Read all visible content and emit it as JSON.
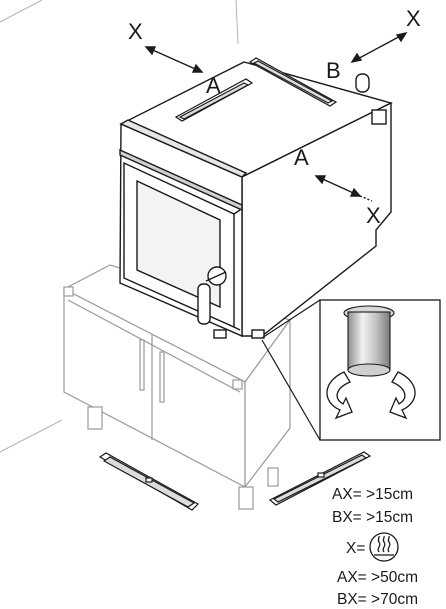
{
  "diagram": {
    "labels": {
      "x_top_left": "X",
      "x_top_right": "X",
      "x_right": "X",
      "a_top": "A",
      "a_side": "A",
      "b_back": "B"
    },
    "notes": {
      "ax_normal": "AX= >15cm",
      "bx_normal": "BX= >15cm",
      "x_eq": "X=",
      "ax_heat": "AX= >50cm",
      "bx_heat": "BX= >70cm"
    },
    "icons": {
      "heat_symbol": "heat-source-icon",
      "rotation": "rotate-arrows-icon",
      "foot": "adjustable-foot-icon"
    },
    "colors": {
      "stroke": "#1a1a1a",
      "ghost_stroke": "#9a9a9a",
      "door_glass": "#f3f3f3"
    }
  }
}
